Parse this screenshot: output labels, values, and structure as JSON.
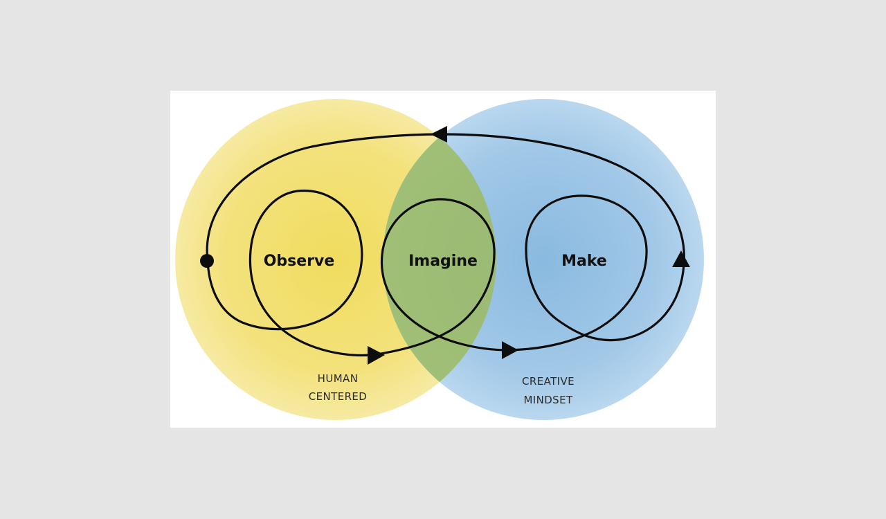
{
  "colors": {
    "page_background": "#e5e5e5",
    "card_background": "#ffffff",
    "yellow_circle": "#f2e07a",
    "blue_circle": "#8fbde0",
    "overlap": "#9fbf6a",
    "stroke": "#0d0d0d"
  },
  "stages": [
    {
      "label": "Observe"
    },
    {
      "label": "Imagine"
    },
    {
      "label": "Make"
    }
  ],
  "circles": {
    "left": {
      "line1": "HUMAN",
      "line2": "CENTERED"
    },
    "right": {
      "line1": "CREATIVE",
      "line2": "MINDSET"
    }
  },
  "icons": {
    "start_marker": "filled-dot-icon",
    "arrowheads": [
      "arrow-right-icon",
      "arrow-right-icon",
      "arrow-up-icon",
      "arrow-left-icon"
    ]
  }
}
